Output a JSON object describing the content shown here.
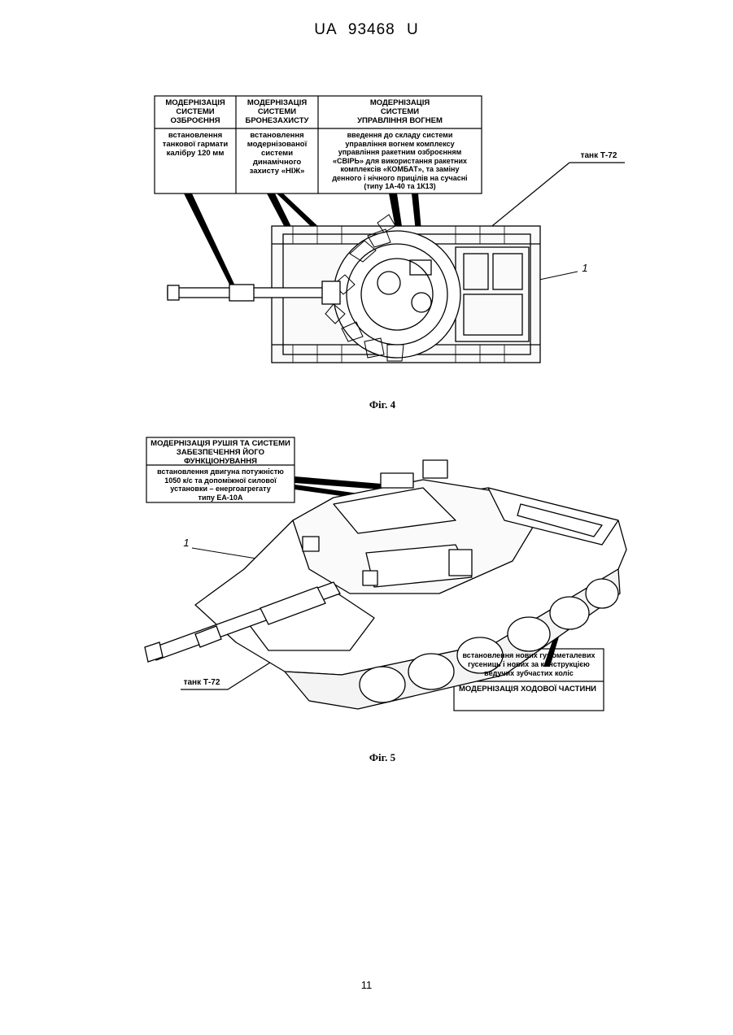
{
  "header": {
    "doc_id": "UA   93468   U"
  },
  "fig4": {
    "caption": "Фіг. 4",
    "table": {
      "col1_header": "МОДЕРНІЗАЦІЯ\nСИСТЕМИ\nОЗБРОЄННЯ",
      "col2_header": "МОДЕРНІЗАЦІЯ\nСИСТЕМИ\nБРОНЕЗАХИСТУ",
      "col3_header": "МОДЕРНІЗАЦІЯ\nСИСТЕМИ\nУПРАВЛІННЯ ВОГНЕМ",
      "col1_text": "встановлення\nтанкової гармати\nкалібру 120 мм",
      "col2_text": "встановлення\nмодернізованої\nсистеми\nдинамічного\nзахисту «НІЖ»",
      "col3_text": "введення до складу системи\nуправління вогнем комплексу\nуправління ракетним озброєнням\n«СВІРЬ» для використання ракетних\nкомплексів «КОМБАТ», та заміну\nденного і нічного прицілів на сучасні\n(типу 1А-40 та 1К13)"
    },
    "tank_label": "танк Т-72",
    "ref_number": "1"
  },
  "fig5": {
    "caption": "Фіг. 5",
    "engine_box": {
      "header": "МОДЕРНІЗАЦІЯ РУШІЯ ТА СИСТЕМИ\nЗАБЕЗПЕЧЕННЯ ЙОГО\nФУНКЦІОНУВАННЯ",
      "text": "встановлення двигуна потужністю\n1050 к/с та допоміжної силової\nустановки – енергоагрегату\nтипу ЕА-10А"
    },
    "chassis_box": {
      "text": "встановлення нових гумометалевих\nгусениць і нових за конструкцією\nведучих зубчастих коліс",
      "header": "МОДЕРНІЗАЦІЯ ХОДОВОЇ ЧАСТИНИ"
    },
    "tank_label": "танк Т-72",
    "ref_number": "1"
  },
  "footer": {
    "page_number": "11"
  }
}
